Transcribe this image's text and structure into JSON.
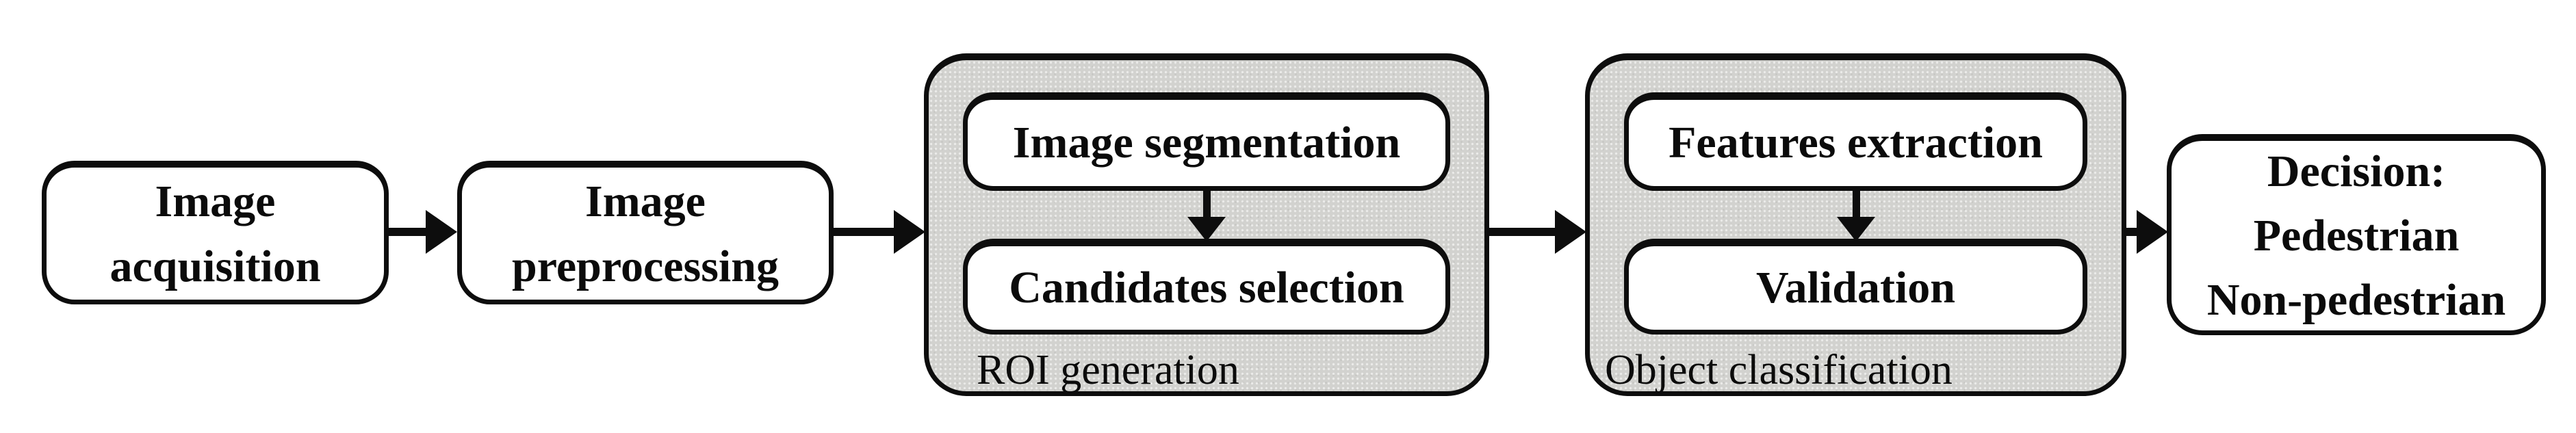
{
  "diagram": {
    "type": "flowchart",
    "topic": "Pedestrian detection pipeline",
    "nodes": {
      "image_acquisition": {
        "lines": [
          "Image",
          "acquisition"
        ]
      },
      "image_preprocessing": {
        "lines": [
          "Image",
          "preprocessing"
        ]
      },
      "decision": {
        "lines": [
          "Decision:",
          "Pedestrian",
          "Non-pedestrian"
        ]
      }
    },
    "groups": [
      {
        "caption": "ROI generation",
        "steps": [
          "Image segmentation",
          "Candidates selection"
        ]
      },
      {
        "caption": "Object classification",
        "steps": [
          "Features extraction",
          "Validation"
        ]
      }
    ],
    "connections": [
      {
        "from": "Image acquisition",
        "to": "Image preprocessing"
      },
      {
        "from": "Image preprocessing",
        "to": "ROI generation"
      },
      {
        "from": "Image segmentation",
        "to": "Candidates selection"
      },
      {
        "from": "ROI generation",
        "to": "Object classification"
      },
      {
        "from": "Features extraction",
        "to": "Validation"
      },
      {
        "from": "Object classification",
        "to": "Decision"
      }
    ],
    "colors": {
      "stroke": "#0d0d0d",
      "node_fill": "#ffffff",
      "group_fill": "#d2d2cf",
      "text": "#0b0b0b",
      "background": "#ffffff"
    }
  }
}
